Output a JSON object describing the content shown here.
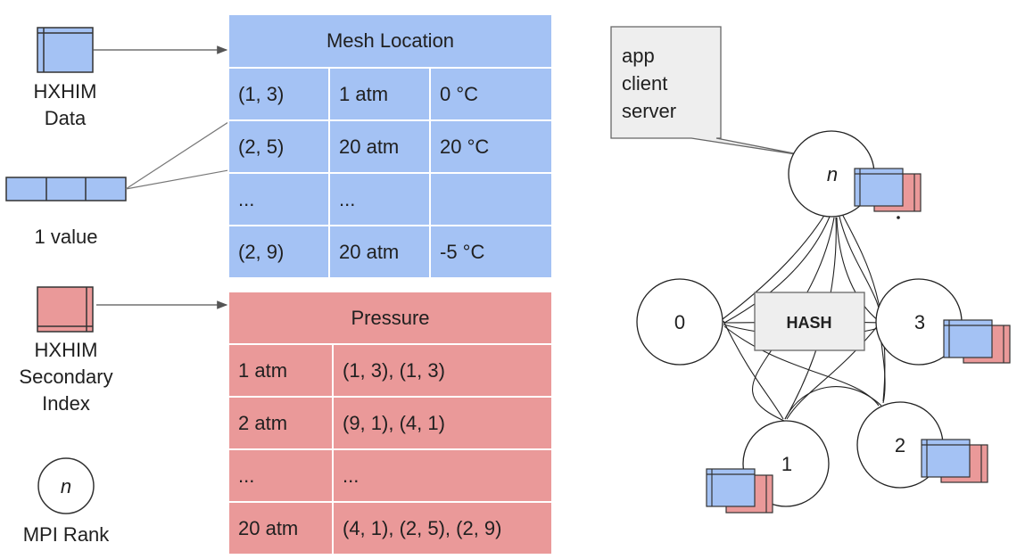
{
  "legend": {
    "hxhim_data": "HXHIM\nData",
    "one_value": "1 value",
    "secondary_index": "HXHIM\nSecondary\nIndex",
    "mpi_rank_symbol": "n",
    "mpi_rank": "MPI Rank"
  },
  "mesh_table": {
    "title": "Mesh Location",
    "rows": [
      [
        "(1, 3)",
        "1 atm",
        "0 °C"
      ],
      [
        "(2, 5)",
        "20 atm",
        "20 °C"
      ],
      [
        "...",
        "...",
        ""
      ],
      [
        "(2, 9)",
        "20 atm",
        "-5 °C"
      ]
    ]
  },
  "pressure_table": {
    "title": "Pressure",
    "rows": [
      [
        "1 atm",
        "(1, 3), (1, 3)"
      ],
      [
        "2 atm",
        "(9, 1), (4, 1)"
      ],
      [
        "...",
        "..."
      ],
      [
        "20 atm",
        "(4, 1), (2, 5), (2, 9)"
      ]
    ]
  },
  "network": {
    "callout_lines": [
      "app",
      "client",
      "server"
    ],
    "top_node": "n",
    "hash": "HASH",
    "nodes": [
      "0",
      "3",
      "1",
      "2"
    ]
  },
  "colors": {
    "blue": "#a4c2f4",
    "red": "#ea9999",
    "gray": "#eeeeee"
  }
}
